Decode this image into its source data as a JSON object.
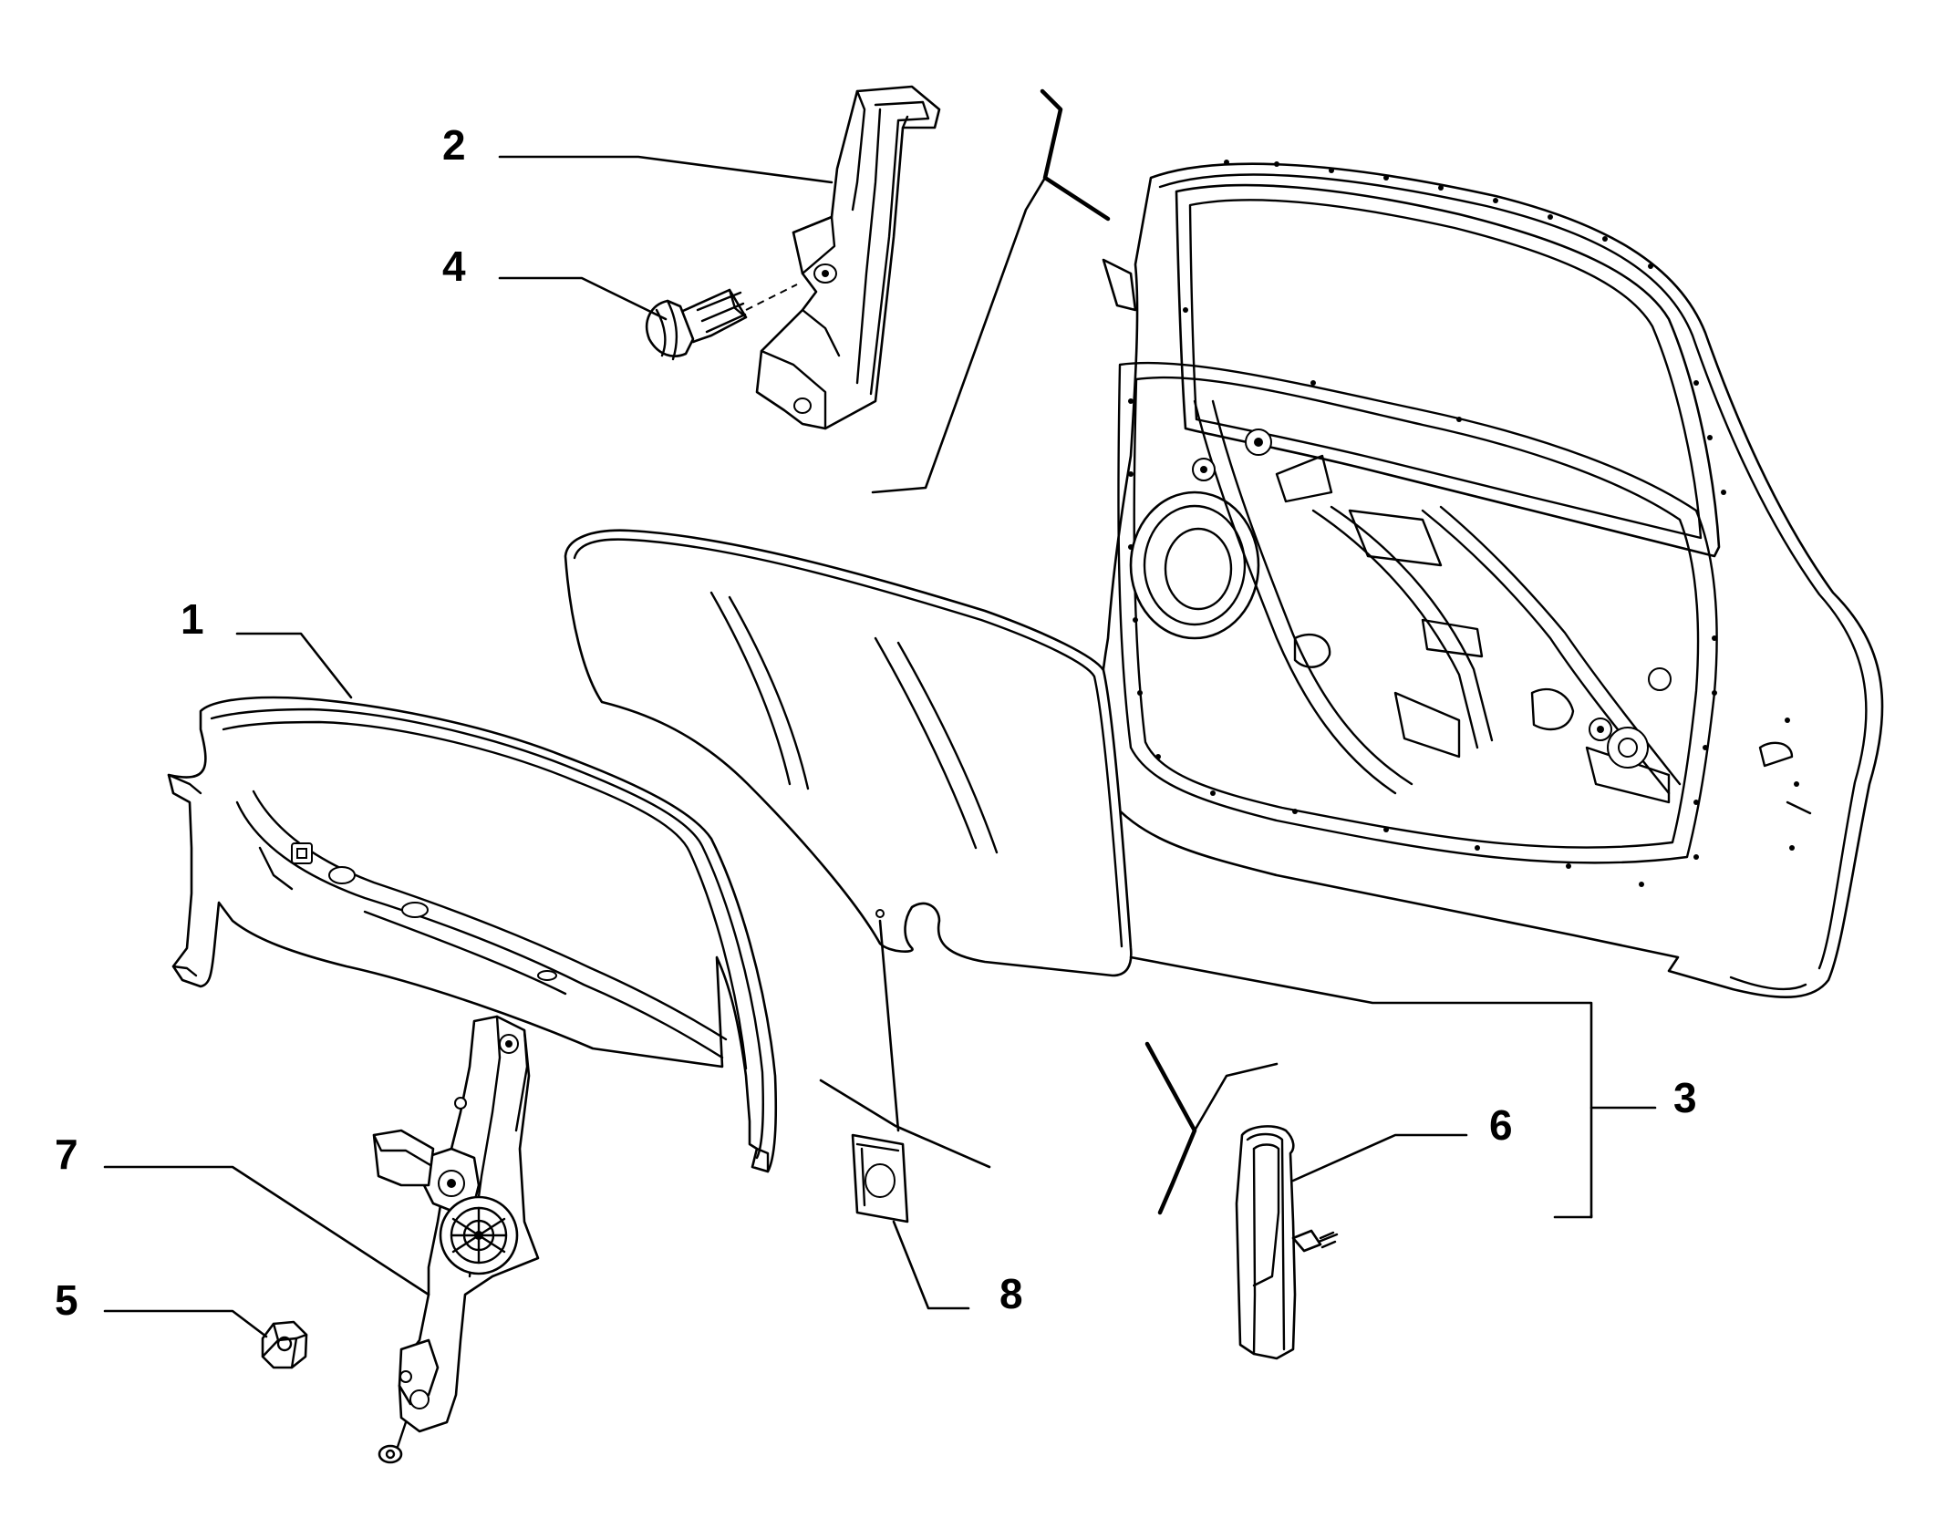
{
  "callouts": {
    "c1": "1",
    "c2": "2",
    "c3": "3",
    "c4": "4",
    "c5": "5",
    "c6": "6",
    "c7": "7",
    "c8": "8"
  },
  "parts": [
    {
      "number": "1",
      "icon": "window-guide-frame-icon"
    },
    {
      "number": "2",
      "icon": "front-channel-bracket-icon"
    },
    {
      "number": "3",
      "icon": "door-glass-assembly-bracket-icon"
    },
    {
      "number": "4",
      "icon": "hex-bolt-icon"
    },
    {
      "number": "5",
      "icon": "hex-nut-icon"
    },
    {
      "number": "6",
      "icon": "rear-channel-guide-icon"
    },
    {
      "number": "7",
      "icon": "window-regulator-motor-icon"
    },
    {
      "number": "8",
      "icon": "glass-pad-icon"
    }
  ]
}
